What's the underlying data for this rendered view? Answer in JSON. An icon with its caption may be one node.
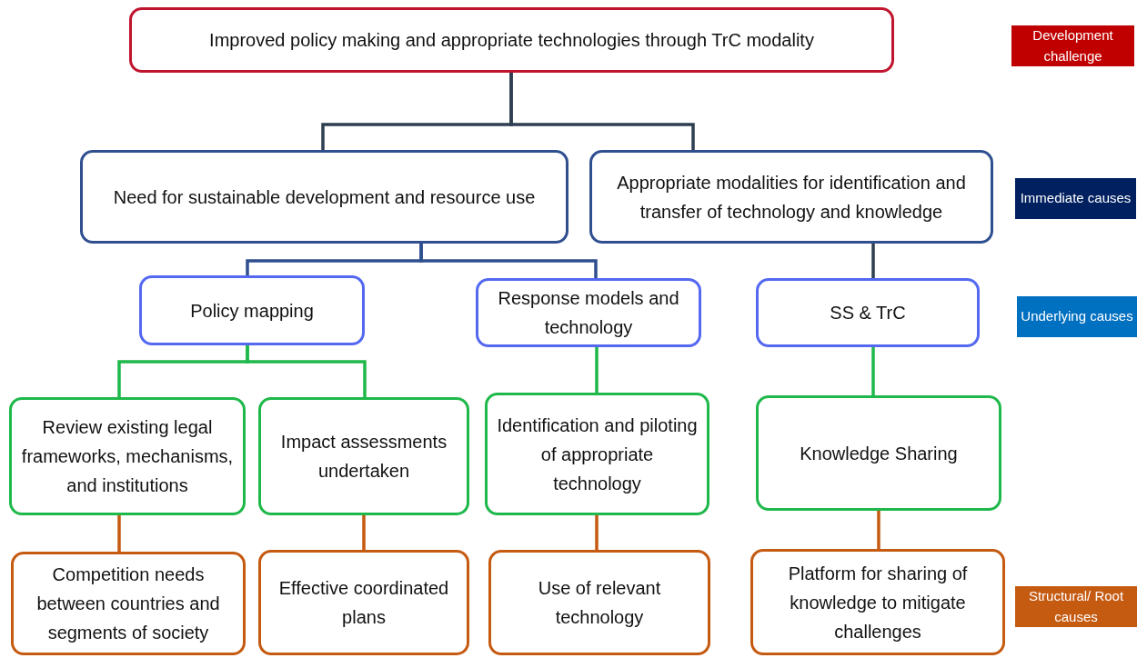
{
  "diagram": {
    "nodes": [
      {
        "text": [
          "Improved policy making and appropriate technologies through TrC modality"
        ]
      },
      {
        "text": [
          "Need for sustainable development and resource use"
        ]
      },
      {
        "text": [
          "Appropriate modalities for identification and transfer of technology and knowledge"
        ]
      },
      {
        "text": [
          "Policy mapping"
        ]
      },
      {
        "text": [
          "Response models and technology"
        ]
      },
      {
        "text": [
          "SS & TrC"
        ]
      },
      {
        "text": [
          "Review existing legal frameworks, mechanisms, and institutions"
        ]
      },
      {
        "text": [
          "Impact assessments undertaken"
        ]
      },
      {
        "text": [
          "Identification and piloting of appropriate technology"
        ]
      },
      {
        "text": [
          "Knowledge Sharing"
        ]
      },
      {
        "text": [
          "Competition needs between countries and segments of society"
        ]
      },
      {
        "text": [
          "Effective coordinated plans"
        ]
      },
      {
        "text": [
          "Use of relevant technology"
        ]
      },
      {
        "text": [
          "Platform for sharing of knowledge to mitigate challenges"
        ]
      },
      {
        "text": [
          "Development challenge"
        ]
      },
      {
        "text": [
          "Immediate causes"
        ]
      },
      {
        "text": [
          "Underlying causes"
        ]
      },
      {
        "text": [
          "Structural/ Root causes"
        ]
      }
    ],
    "edges": [
      {
        "from": 0,
        "to": 1,
        "arrow": "none",
        "color": "#2e3f52"
      },
      {
        "from": 0,
        "to": 2,
        "arrow": "none",
        "color": "#2e3f52"
      },
      {
        "from": 1,
        "to": 3,
        "arrow": "none",
        "color": "#2f4f8f"
      },
      {
        "from": 1,
        "to": 4,
        "arrow": "none",
        "color": "#2f4f8f"
      },
      {
        "from": 2,
        "to": 5,
        "arrow": "none",
        "color": "#2e3f52"
      },
      {
        "from": 3,
        "to": 6,
        "arrow": "none",
        "color": "#1fb84a"
      },
      {
        "from": 3,
        "to": 7,
        "arrow": "none",
        "color": "#1fb84a"
      },
      {
        "from": 4,
        "to": 8,
        "arrow": "none",
        "color": "#1fb84a"
      },
      {
        "from": 5,
        "to": 9,
        "arrow": "none",
        "color": "#1fb84a"
      },
      {
        "from": 6,
        "to": 10,
        "arrow": "none",
        "color": "#c55a11"
      },
      {
        "from": 7,
        "to": 11,
        "arrow": "none",
        "color": "#c55a11"
      },
      {
        "from": 8,
        "to": 12,
        "arrow": "none",
        "color": "#c55a11"
      },
      {
        "from": 9,
        "to": 13,
        "arrow": "none",
        "color": "#c55a11"
      }
    ]
  }
}
